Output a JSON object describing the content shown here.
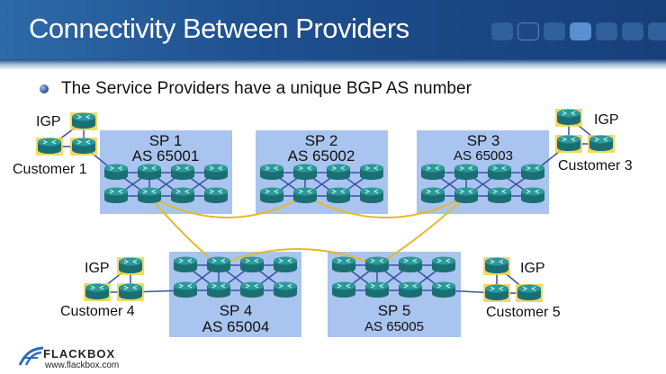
{
  "header": {
    "title": "Connectivity Between Providers",
    "progress_dots": {
      "total": 7,
      "active_index": 3,
      "outlined_index": 1
    }
  },
  "bullets": [
    {
      "text": "The Service Providers have a unique BGP AS number",
      "icon": "bullet-sphere-icon"
    }
  ],
  "providers": [
    {
      "id": "sp1",
      "name": "SP 1",
      "as": "AS 65001"
    },
    {
      "id": "sp2",
      "name": "SP 2",
      "as": "AS 65002"
    },
    {
      "id": "sp3",
      "name": "SP 3",
      "as": "AS 65003"
    },
    {
      "id": "sp4",
      "name": "SP 4",
      "as": "AS 65004"
    },
    {
      "id": "sp5",
      "name": "SP 5",
      "as": "AS 65005"
    }
  ],
  "customers": [
    {
      "id": "c1",
      "name": "Customer 1",
      "protocol": "IGP",
      "connects_to": "sp1"
    },
    {
      "id": "c3",
      "name": "Customer 3",
      "protocol": "IGP",
      "connects_to": "sp3"
    },
    {
      "id": "c4",
      "name": "Customer 4",
      "protocol": "IGP",
      "connects_to": "sp4"
    },
    {
      "id": "c5",
      "name": "Customer 5",
      "protocol": "IGP",
      "connects_to": "sp5"
    }
  ],
  "inter_provider_links": [
    [
      "sp1",
      "sp2"
    ],
    [
      "sp1",
      "sp4"
    ],
    [
      "sp2",
      "sp3"
    ],
    [
      "sp3",
      "sp5"
    ],
    [
      "sp4",
      "sp5"
    ]
  ],
  "colors": {
    "header_bg": "#1e4f8e",
    "provider_box": "#a9c4ee",
    "router": "#2a9a9a",
    "router_dark": "#1a6f73",
    "mesh_link": "#3b4fa8",
    "bgp_link": "#e6b830",
    "customer_highlight": "#f3d24a"
  },
  "footer": {
    "brand": "FLACKBOX",
    "url": "www.flackbox.com"
  }
}
